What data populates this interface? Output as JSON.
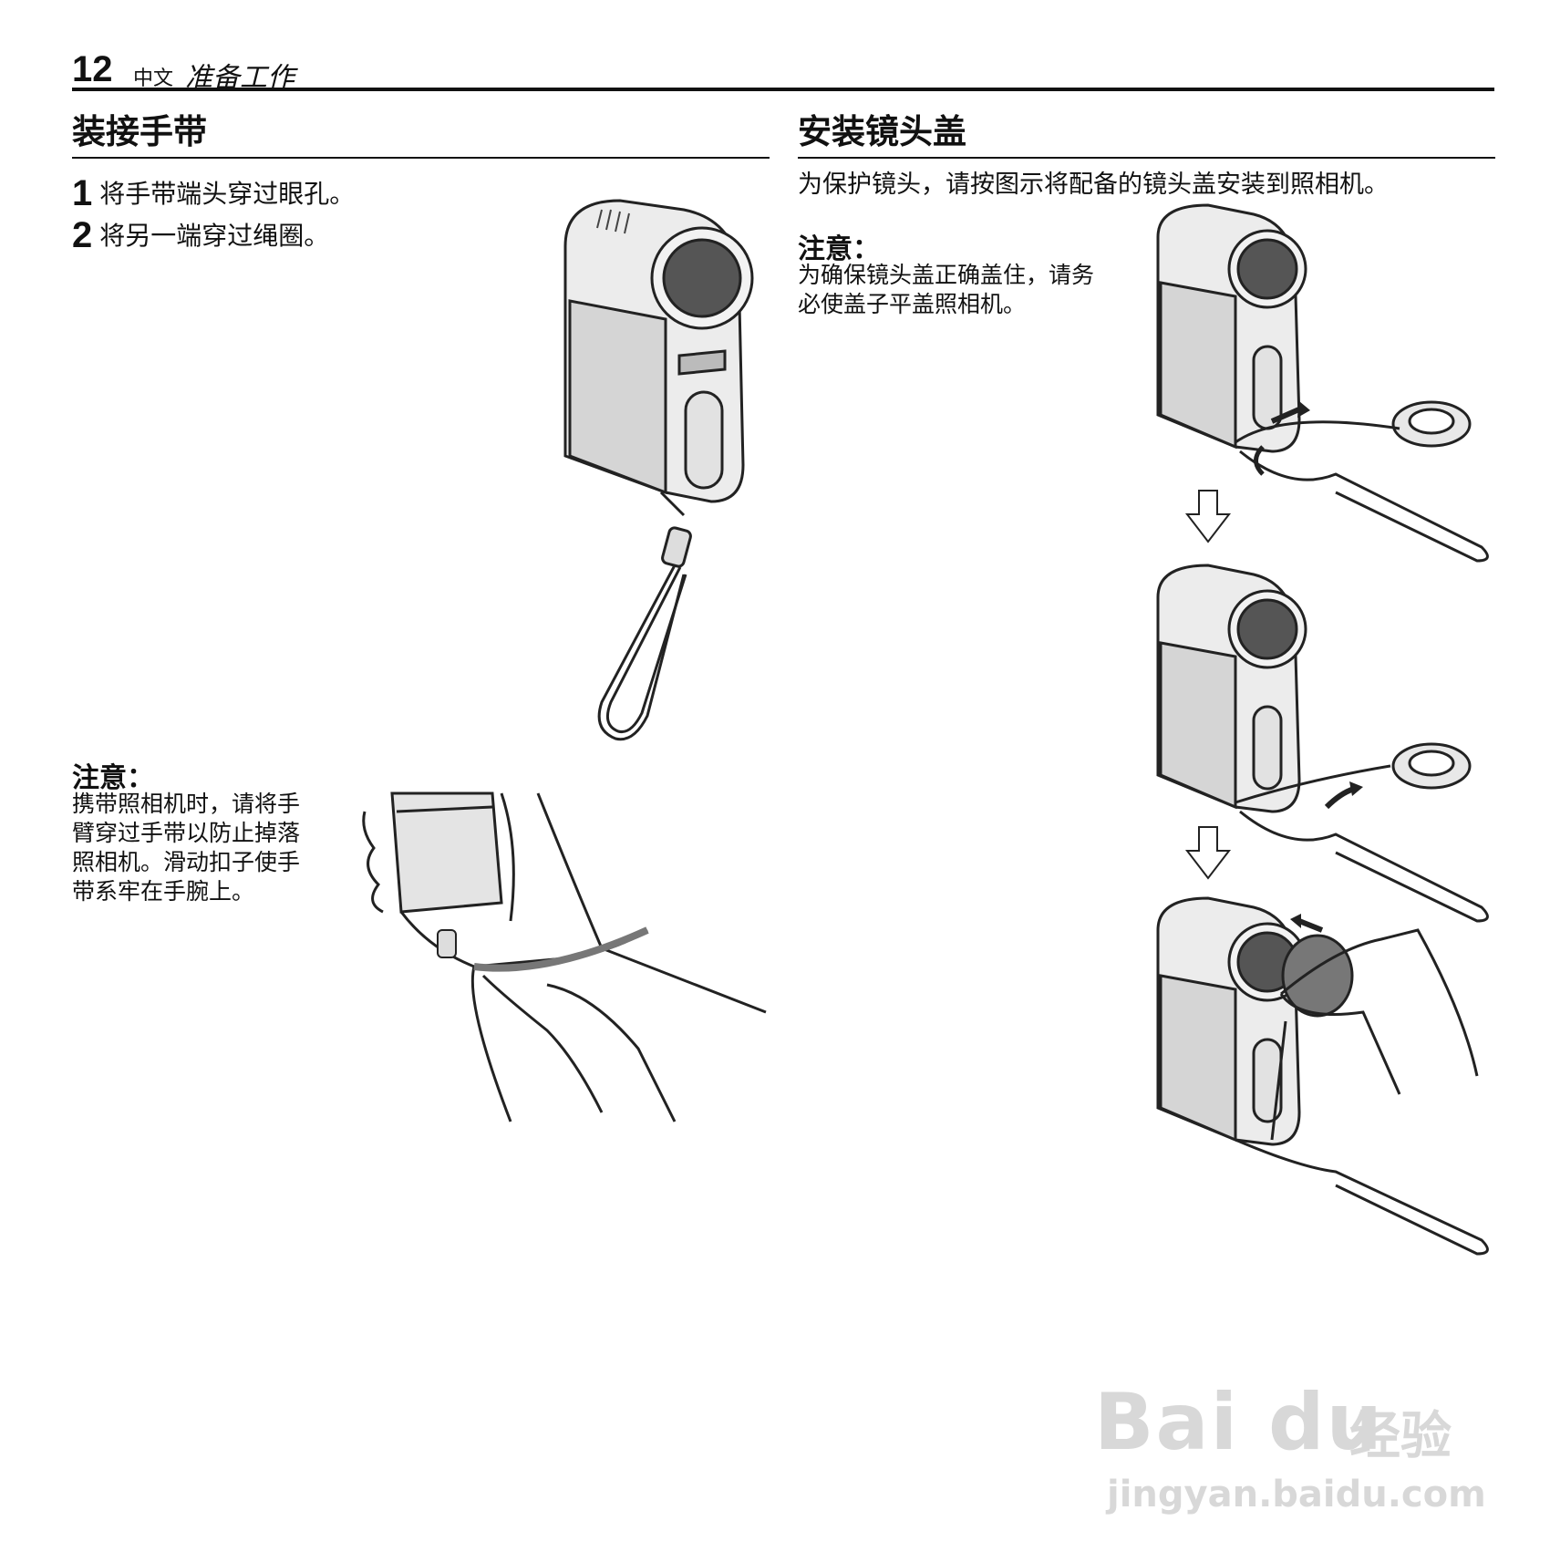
{
  "header": {
    "page_number": "12",
    "language": "中文",
    "chapter": "准备工作"
  },
  "left": {
    "title": "装接手带",
    "steps": [
      {
        "num": "1",
        "text": "将手带端头穿过眼孔。"
      },
      {
        "num": "2",
        "text": "将另一端穿过绳圈。"
      }
    ],
    "note_title": "注意：",
    "note_lines": [
      "携带照相机时，请将手",
      "臂穿过手带以防止掉落",
      "照相机。滑动扣子使手",
      "带系牢在手腕上。"
    ]
  },
  "right": {
    "title": "安装镜头盖",
    "intro": "为保护镜头，请按图示将配备的镜头盖安装到照相机。",
    "note_title": "注意：",
    "note_lines": [
      "为确保镜头盖正确盖住，请务",
      "必使盖子平盖照相机。"
    ]
  },
  "watermark": {
    "brand": "Bai du",
    "brand_cn": "经验",
    "url": "jingyan.baidu.com"
  }
}
